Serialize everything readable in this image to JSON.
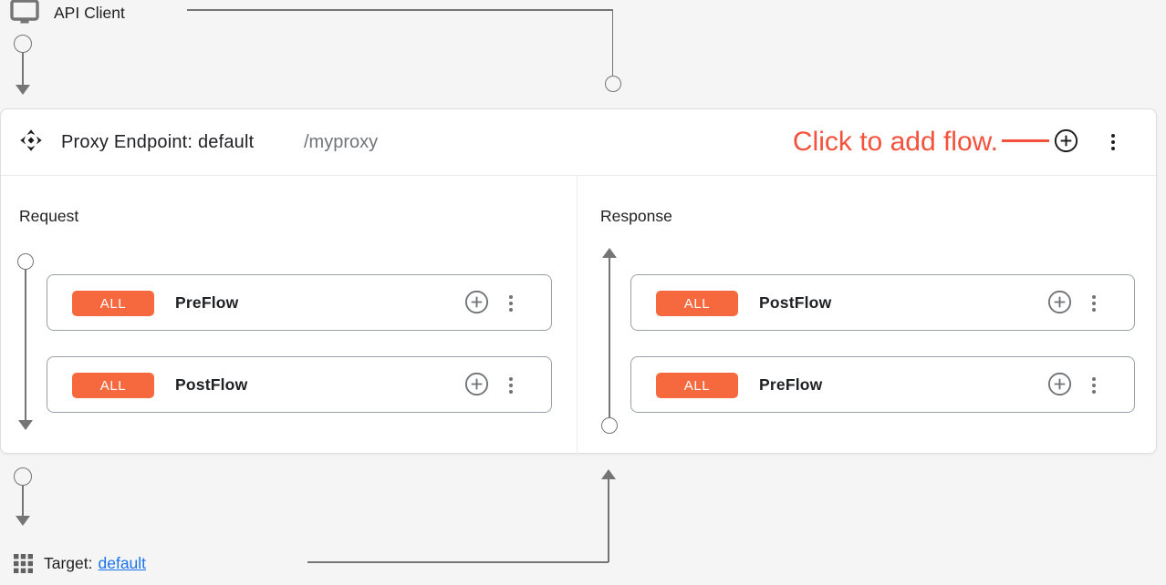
{
  "colors": {
    "accent-orange": "#F6693F",
    "annotation-red": "#F4513C",
    "link-blue": "#1A73E8",
    "connector-gray": "#757575",
    "bg": "#F5F5F5"
  },
  "api_client": {
    "label": "API Client"
  },
  "proxy_endpoint": {
    "title": "Proxy Endpoint: default",
    "path": "/myproxy",
    "annotation": "Click to add flow.",
    "request": {
      "label": "Request",
      "flows": [
        {
          "condition": "ALL",
          "name": "PreFlow"
        },
        {
          "condition": "ALL",
          "name": "PostFlow"
        }
      ]
    },
    "response": {
      "label": "Response",
      "flows": [
        {
          "condition": "ALL",
          "name": "PostFlow"
        },
        {
          "condition": "ALL",
          "name": "PreFlow"
        }
      ]
    }
  },
  "target": {
    "label": "Target:",
    "link": "default"
  }
}
